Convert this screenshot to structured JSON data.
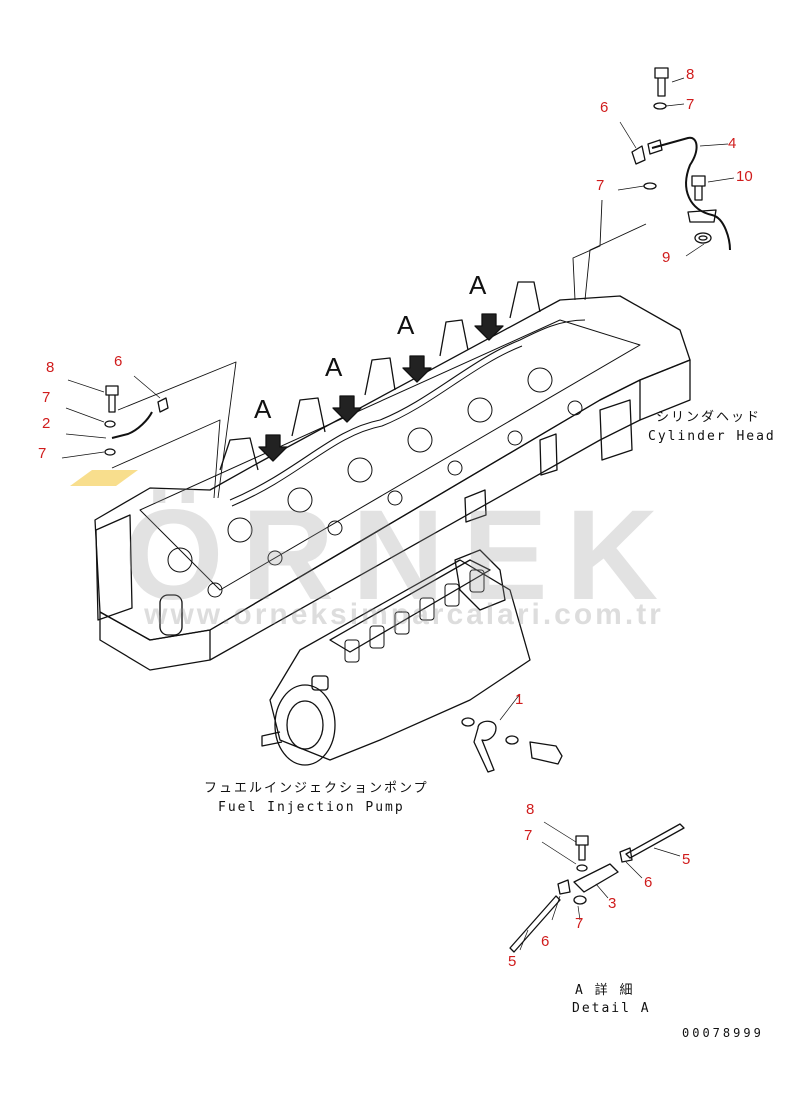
{
  "callouts": {
    "top_right": [
      {
        "text": "8"
      },
      {
        "text": "7"
      },
      {
        "text": "6"
      },
      {
        "text": "4"
      },
      {
        "text": "7"
      },
      {
        "text": "10"
      },
      {
        "text": "9"
      }
    ],
    "left": [
      {
        "text": "8"
      },
      {
        "text": "6"
      },
      {
        "text": "7"
      },
      {
        "text": "2"
      },
      {
        "text": "7"
      }
    ],
    "pump": [
      {
        "text": "1"
      }
    ],
    "detail": [
      {
        "text": "8"
      },
      {
        "text": "7"
      },
      {
        "text": "5"
      },
      {
        "text": "6"
      },
      {
        "text": "3"
      },
      {
        "text": "7"
      },
      {
        "text": "6"
      },
      {
        "text": "5"
      }
    ]
  },
  "view_markers": [
    "A",
    "A",
    "A",
    "A"
  ],
  "labels": {
    "cylinder_head_jp": "シリンダヘッド",
    "cylinder_head_en": "Cylinder Head",
    "pump_jp": "フュエルインジェクションポンプ",
    "pump_en": "Fuel Injection Pump",
    "detail_jp": "A 詳 細",
    "detail_en": "Detail A"
  },
  "doc_number": "00078999",
  "watermark": {
    "big": "ÖRNEK",
    "small": "www.orneksimparcalari.com.tr"
  },
  "colors": {
    "callout": "#d01c1c",
    "line": "#111111",
    "watermark": "#969696",
    "watermark_accent": "#f2c230"
  }
}
